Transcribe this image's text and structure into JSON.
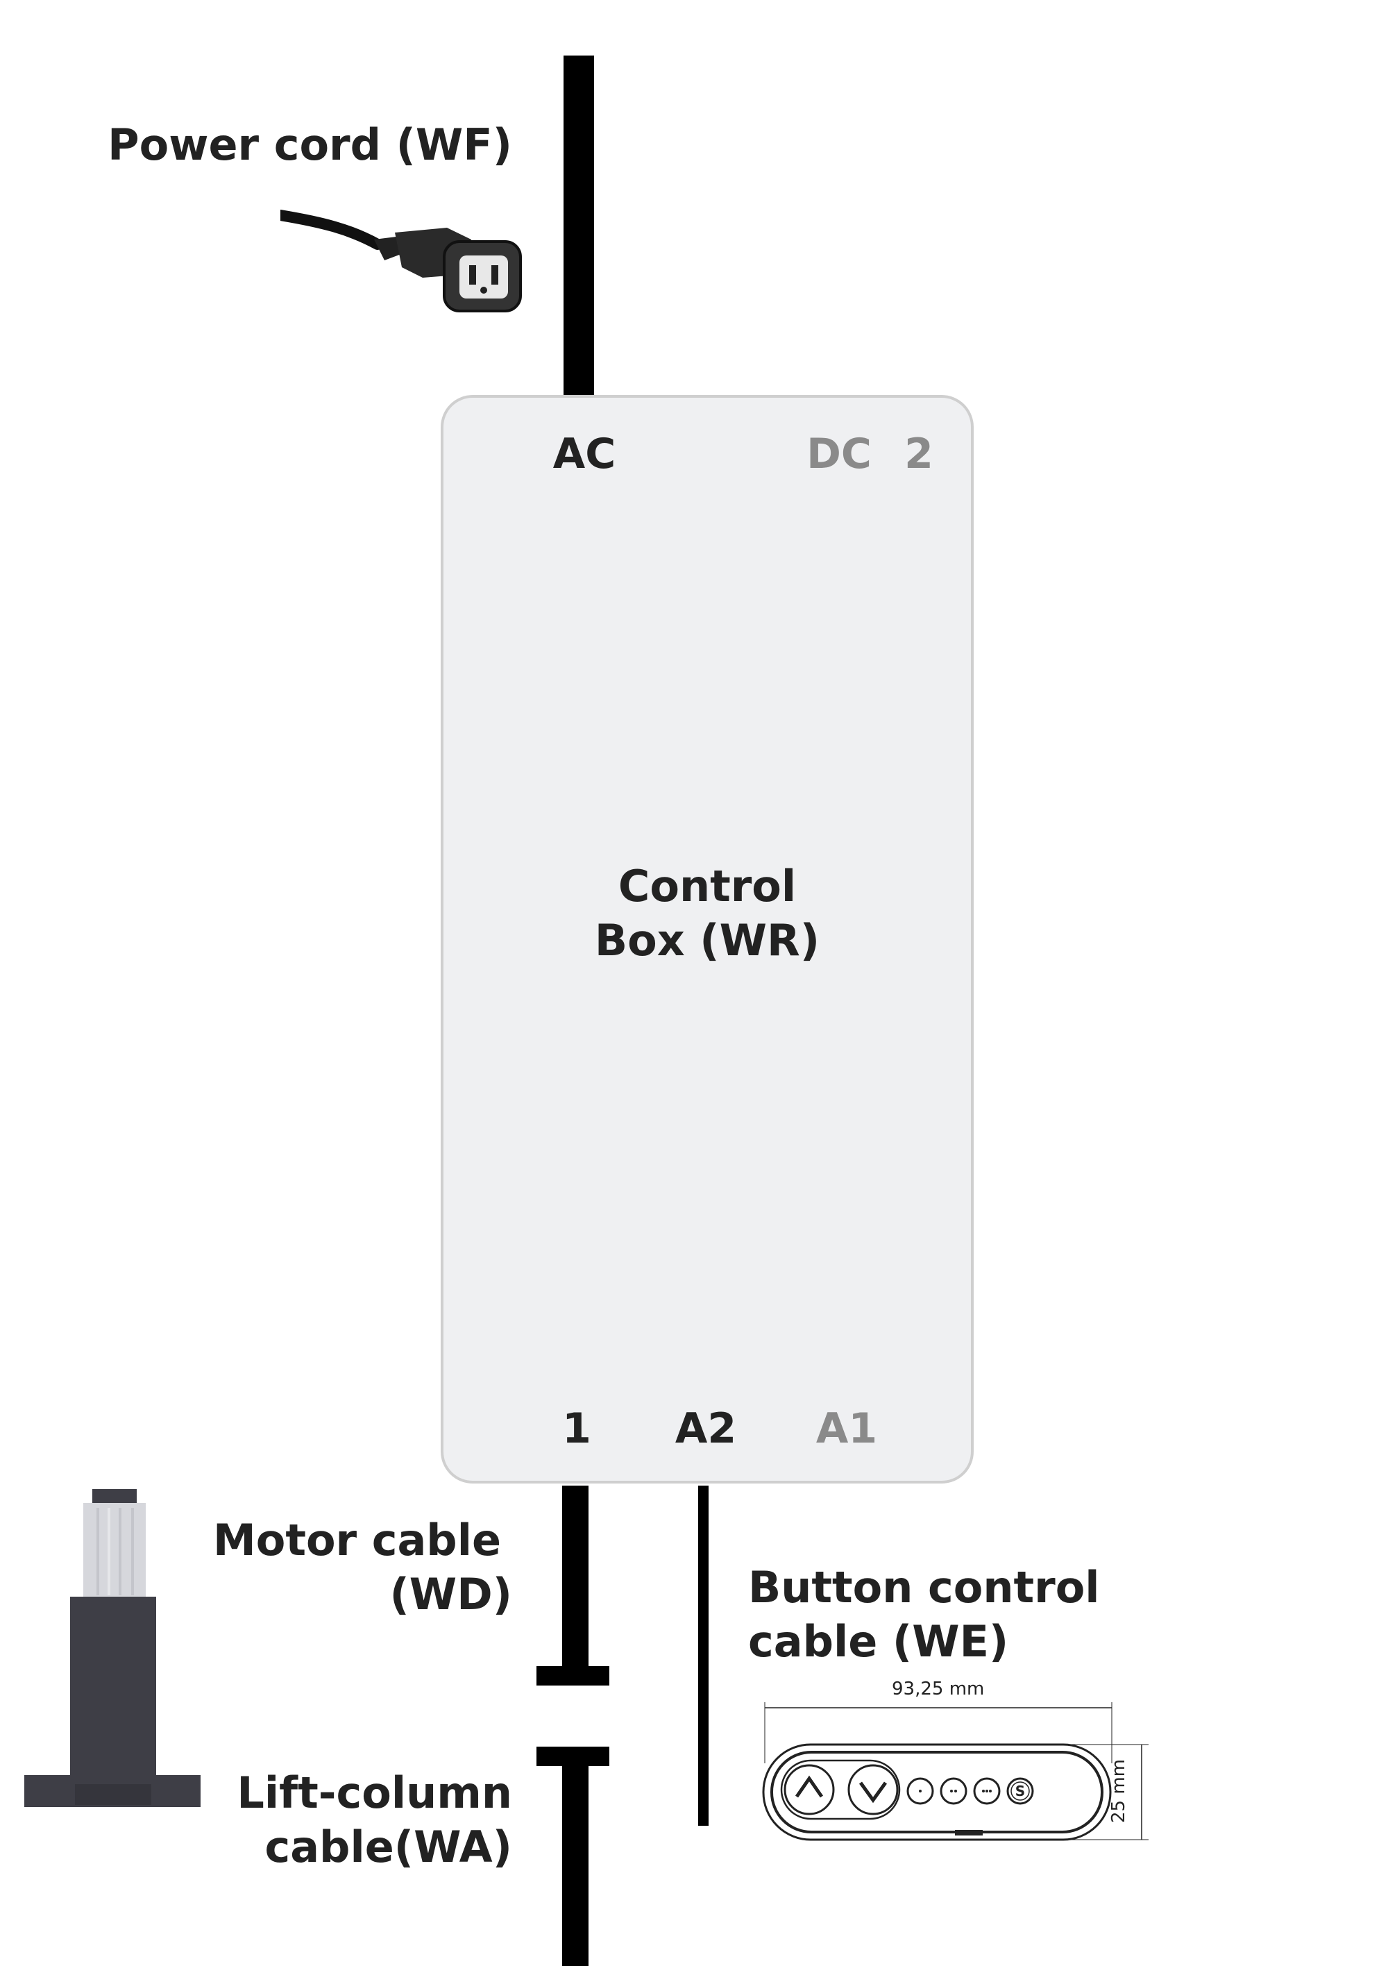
{
  "labels": {
    "power_cord": "Power cord (WF)",
    "motor_cable": [
      "Motor cable",
      "(WD)"
    ],
    "lift_column_cable": [
      "Lift-column",
      "cable(WA)"
    ],
    "button_control_cable": [
      "Button control",
      "cable (WE)"
    ]
  },
  "control_box": {
    "title": [
      "Control",
      "Box (WR)"
    ],
    "ports_top": {
      "ac": "AC",
      "dc": "DC",
      "two": "2"
    },
    "ports_bottom": {
      "one": "1",
      "a2": "A2",
      "a1": "A1"
    }
  },
  "button_panel": {
    "width_dim": "93,25 mm",
    "height_dim": "25 mm"
  },
  "colors": {
    "cable": "#000000",
    "box_fill": "#eff0f2",
    "box_border": "#cfcfcf",
    "active_port": "#222222",
    "inactive_port": "#8a8a8a",
    "column_body": "#3e3e46",
    "column_inner": "#d6d7dc"
  }
}
